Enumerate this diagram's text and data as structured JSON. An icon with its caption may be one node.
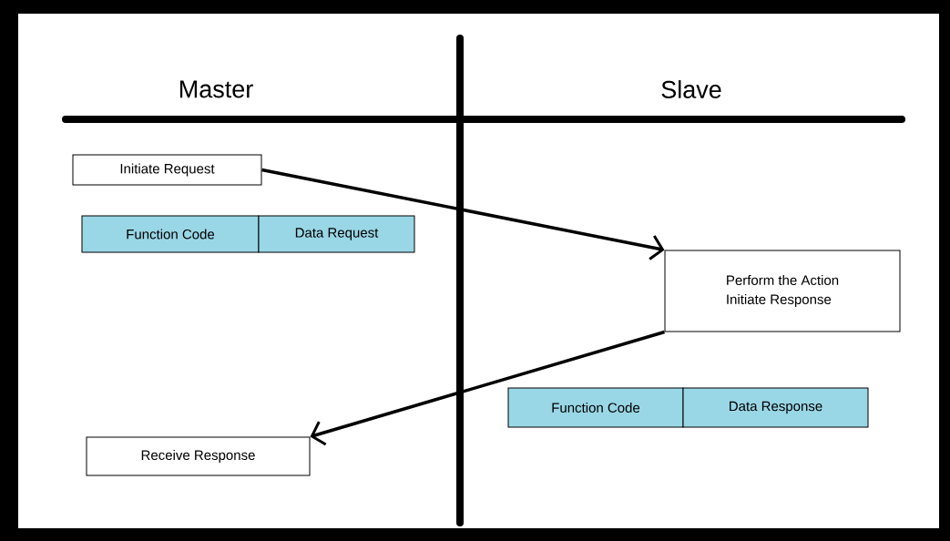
{
  "diagram": {
    "nodes": [
      {
        "text": [
          "Initiate Request"
        ]
      },
      {
        "text": [
          "Function Code"
        ]
      },
      {
        "text": [
          "Data Request"
        ]
      },
      {
        "text": [
          "Perform the Action",
          "Initiate Response"
        ]
      },
      {
        "text": [
          "Function Code"
        ]
      },
      {
        "text": [
          "Data Response"
        ]
      },
      {
        "text": [
          "Receive Response"
        ]
      }
    ],
    "edges": [
      {
        "from": 0,
        "to": 3,
        "arrow": "to"
      },
      {
        "from": 3,
        "to": 6,
        "arrow": "to"
      }
    ],
    "labels": [
      "Master",
      "Slave"
    ]
  }
}
